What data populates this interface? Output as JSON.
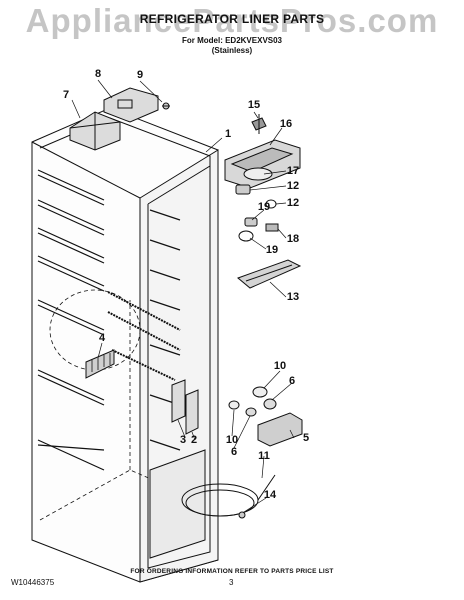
{
  "watermark": "AppliancePartsPros.com",
  "title": "REFRIGERATOR LINER PARTS",
  "model_line": "For Model: ED2KVEXVS03",
  "finish_line": "(Stainless)",
  "callouts": [
    "8",
    "9",
    "7",
    "1",
    "15",
    "16",
    "17",
    "12",
    "12",
    "19",
    "18",
    "19",
    "13",
    "4",
    "10",
    "6",
    "5",
    "3",
    "2",
    "10",
    "6",
    "11",
    "14"
  ],
  "footer_note": "FOR ORDERING INFORMATION REFER TO PARTS PRICE LIST",
  "doc_number": "W10446375",
  "page_number": "3"
}
